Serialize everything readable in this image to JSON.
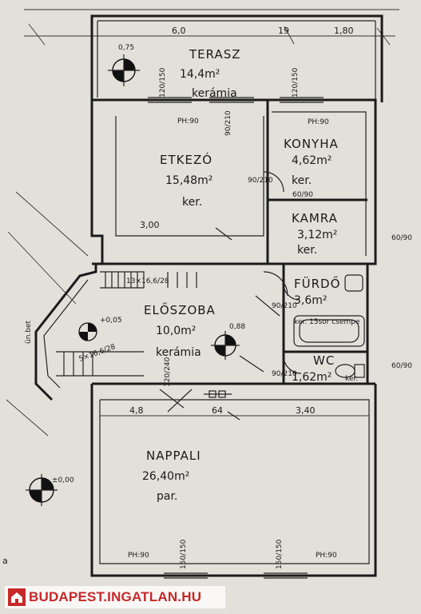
{
  "rooms": [
    {
      "id": "terasz",
      "name": "TERASZ",
      "area": "14,4m²",
      "floor": "kerámia"
    },
    {
      "id": "etkezo",
      "name": "ETKEZÓ",
      "area": "15,48m²",
      "floor": "ker."
    },
    {
      "id": "konyha",
      "name": "KONYHA",
      "area": "4,62m²",
      "floor": "ker."
    },
    {
      "id": "kamra",
      "name": "KAMRA",
      "area": "3,12m²",
      "floor": "ker."
    },
    {
      "id": "eloszoba",
      "name": "ELŐSZOBA",
      "area": "10,0m²",
      "floor": "kerámia"
    },
    {
      "id": "furdo",
      "name": "FÜRDŐ",
      "area": "3,6m²",
      "floor": "ker. 15sor csempe"
    },
    {
      "id": "wc",
      "name": "WC",
      "area": "1,62m²",
      "floor": "ker."
    },
    {
      "id": "nappali",
      "name": "NAPPALI",
      "area": "26,40m²",
      "floor": "par."
    }
  ],
  "dimensions": {
    "top_left": "6,0",
    "top_mid": "19",
    "top_right": "1,80",
    "terrace_corner": "0,75",
    "etkezo_width": "3,00",
    "nappali_left": "4,8",
    "nappali_mid": "64",
    "nappali_right": "3,40",
    "stairs_upper": "13×16,6/28",
    "stairs_lower": "5×16,6/28",
    "level_hall": "+0,05",
    "level_hall_right": "0,88",
    "level_left": "±0,00"
  },
  "openings": {
    "window_labels": [
      "120/150",
      "120/150",
      "120/240",
      "150/150",
      "150/150"
    ],
    "door_labels": [
      "90/210",
      "90/210",
      "90/210",
      "90/210",
      "60/90",
      "60/90",
      "60/90"
    ],
    "marks": [
      "PH:90",
      "PH:90",
      "PH:90",
      "PH:90"
    ]
  },
  "watermark": {
    "text": "BUDAPEST.INGATLAN.HU",
    "color": "#c62828"
  },
  "side_marks": {
    "unbet": "ün.bet",
    "a_mark": "a"
  }
}
